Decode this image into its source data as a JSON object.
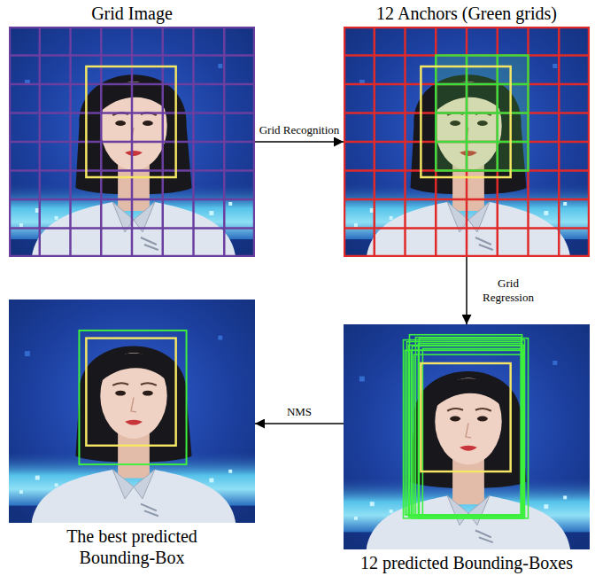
{
  "diagram": {
    "nodes": [
      {
        "text": [
          "Grid Image"
        ]
      },
      {
        "text": [
          "12 Anchors (Green grids)"
        ]
      },
      {
        "text": [
          "The best predicted Bounding-Box"
        ]
      },
      {
        "text": [
          "12 predicted Bounding-Boxes"
        ]
      }
    ],
    "edges": [
      {
        "from": 0,
        "to": 1,
        "arrow": "to",
        "label": "Grid Recognition"
      },
      {
        "from": 1,
        "to": 3,
        "arrow": "to",
        "label": "Grid Regression"
      },
      {
        "from": 3,
        "to": 2,
        "arrow": "to",
        "label": "NMS"
      }
    ]
  }
}
